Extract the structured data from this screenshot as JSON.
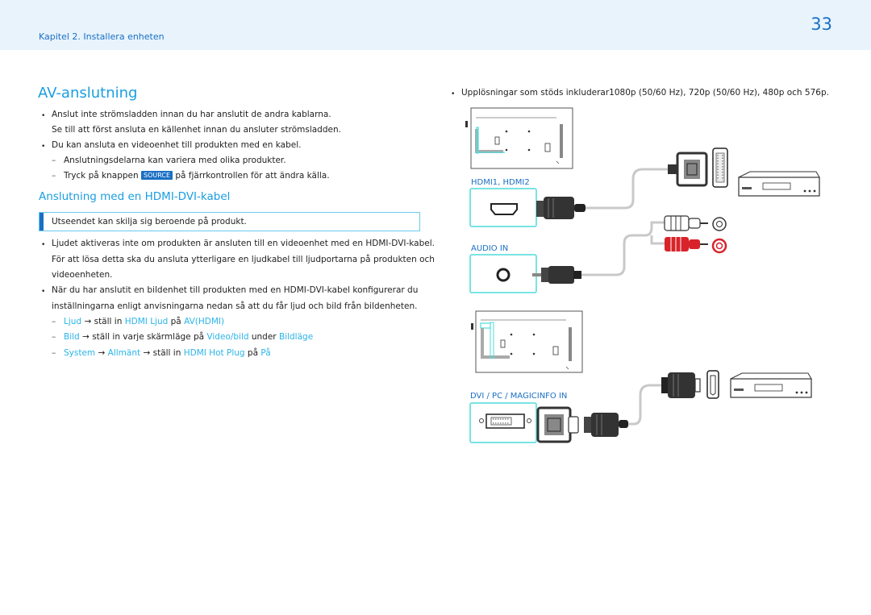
{
  "header": {
    "chapter": "Kapitel 2. Installera enheten",
    "page_number": "33"
  },
  "main": {
    "title": "AV-anslutning",
    "intro_bullets": [
      {
        "line1": "Anslut inte strömsladden innan du har anslutit de andra kablarna.",
        "line2": "Se till att först ansluta en källenhet innan du ansluter strömsladden."
      },
      {
        "line1": "Du kan ansluta en videoenhet till produkten med en kabel."
      }
    ],
    "intro_dashes": [
      "Anslutningsdelarna kan variera med olika produkter.",
      {
        "before": "Tryck på knappen",
        "key": "SOURCE",
        "after": "på fjärrkontrollen för att ändra källa."
      }
    ],
    "subtitle": "Anslutning med en HDMI-DVI-kabel",
    "note": "Utseendet kan skilja sig beroende på produkt.",
    "body_bullets": [
      {
        "lines": [
          "Ljudet aktiveras inte om produkten är ansluten till en videoenhet med en HDMI-DVI-kabel.",
          "För att lösa detta ska du ansluta ytterligare en ljudkabel till ljudportarna på produkten och",
          "videoenheten."
        ]
      },
      {
        "lines": [
          "När du har anslutit en bildenhet till produkten med en HDMI-DVI-kabel konfigurerar du",
          "inställningarna enligt anvisningarna nedan så att du får ljud och bild från bildenheten."
        ]
      }
    ],
    "settings": [
      {
        "a": "Ljud",
        "arrow": "→",
        "b": "ställ in",
        "c": "HDMI Ljud",
        "d": "på",
        "e": "AV(HDMI)"
      },
      {
        "a": "Bild",
        "arrow": "→",
        "b": "ställ in varje skärmläge på",
        "c": "Video/bild",
        "d": "under",
        "e": "Bildläge"
      },
      {
        "a": "System",
        "arrow": "→",
        "a2": "Allmänt",
        "arrow2": "→",
        "b": "ställ in",
        "c": "HDMI Hot Plug",
        "d": "på",
        "e": "På"
      }
    ]
  },
  "right": {
    "resolution_bullet": "Upplösningar som stöds inkluderar1080p (50/60 Hz), 720p (50/60 Hz), 480p och 576p.",
    "labels": {
      "hdmi": "HDMI1, HDMI2",
      "audio": "AUDIO IN",
      "dvi": "DVI / PC / MAGICINFO IN"
    }
  },
  "colors": {
    "accent": "#1a9ee0",
    "brand": "#1a6fc4",
    "header_bg": "#e8f3fc",
    "port_highlight": "#4fdcdc",
    "rca_red": "#d8232a"
  },
  "icons": [
    "hdmi-port-icon",
    "audio-jack-icon",
    "dvi-port-icon",
    "rca-plug-icon",
    "dvd-player-icon",
    "monitor-back-icon"
  ]
}
